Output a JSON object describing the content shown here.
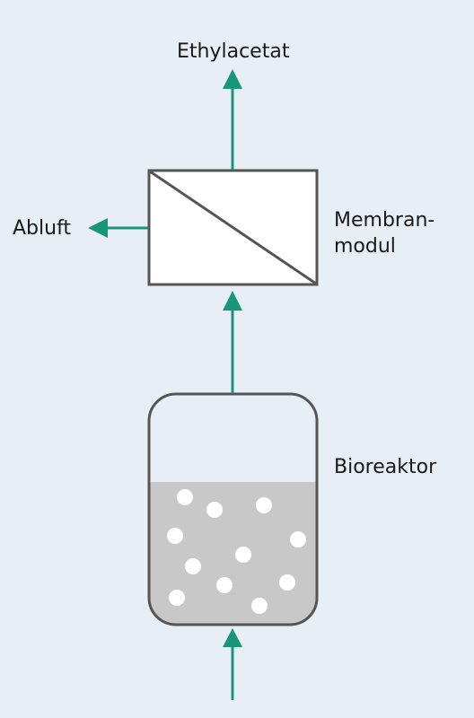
{
  "labels": {
    "ethylacetat": "Ethylacetat",
    "abluft": "Abluft",
    "membran_line1": "Membran-",
    "membran_line2": "modul",
    "bioreaktor": "Bioreaktor"
  },
  "colors": {
    "background": "#e8eef5",
    "arrow": "#17967a",
    "outline": "#555555",
    "liquid": "#c8c8c8",
    "bubble": "#ffffff",
    "box_fill": "#ffffff"
  }
}
